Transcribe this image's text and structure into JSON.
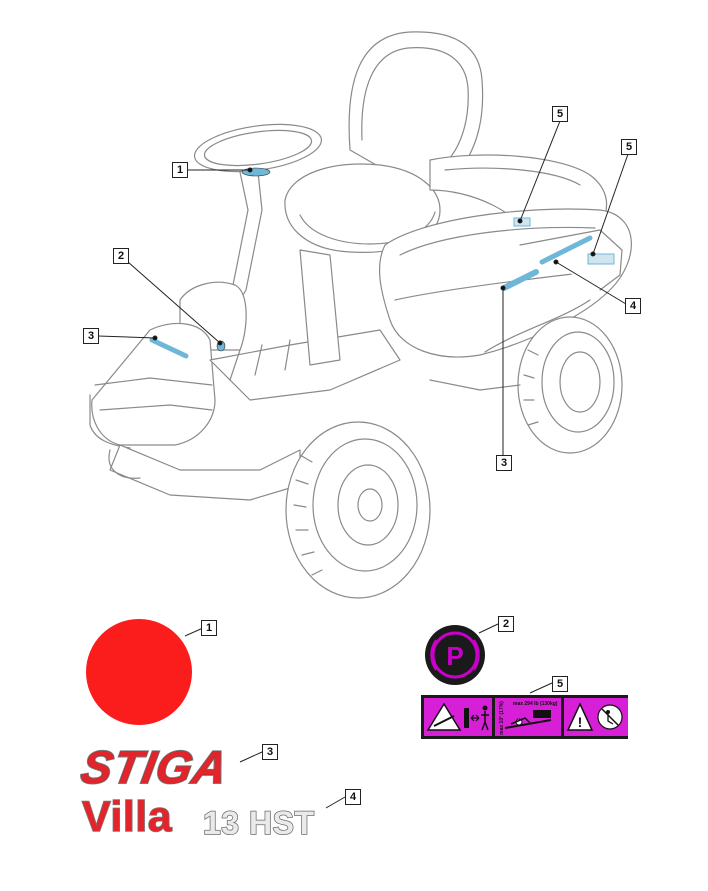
{
  "callouts": {
    "c1": "1",
    "c2": "2",
    "c3a": "3",
    "c3b": "3",
    "c4": "4",
    "c5a": "5",
    "c5b": "5",
    "legend1": "1",
    "legend2": "2",
    "legend3": "3",
    "legend4": "4",
    "legend5": "5"
  },
  "decals": {
    "brand_logo": "STIGA",
    "model_name": "Villa",
    "model_number": "13 HST",
    "load_max_text": "max 294 lb (130kg)",
    "side_max_text": "max 10° (17%)"
  },
  "colors": {
    "decal_red": "#fb1c1c",
    "brand_red": "#e3242b",
    "label_magenta": "#d61fd6",
    "parking_ring": "#c800c8",
    "machine_decal_blue": "#6fb7d8"
  },
  "icons": [
    "parking-brake-icon",
    "slope-warning-icon",
    "keep-distance-icon",
    "warning-triangle-icon",
    "no-passenger-icon"
  ]
}
